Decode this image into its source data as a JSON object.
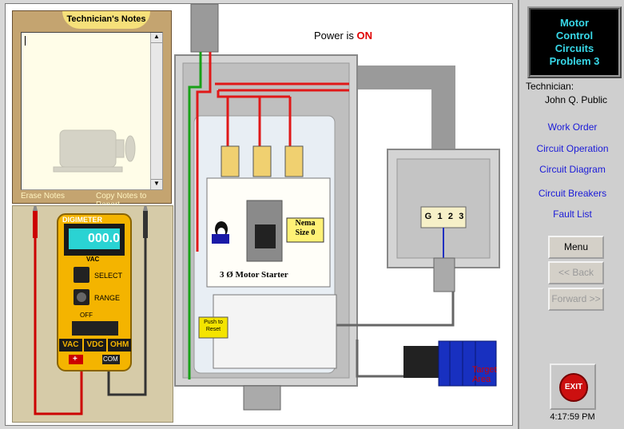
{
  "header": {
    "power_label": "Power is",
    "power_state": "ON"
  },
  "notes": {
    "title": "Technician's Notes",
    "erase_label": "Erase Notes",
    "copy_label": "Copy Notes to Report"
  },
  "meter": {
    "brand": "DIGIMETER",
    "reading": "000.0",
    "unit": "VAC",
    "select_label": "SELECT",
    "range_label": "RANGE",
    "off_label": "OFF",
    "mode_buttons": [
      "VAC",
      "VDC",
      "OHM"
    ],
    "com_label": "COM",
    "plus_label": "+"
  },
  "starter": {
    "nema_line1": "Nema",
    "nema_line2": "Size 0",
    "name": "3 Ø Motor Starter",
    "reset_line1": "Push to",
    "reset_line2": "Reset"
  },
  "junction": {
    "terminals": [
      "G",
      "1",
      "2",
      "3"
    ]
  },
  "target_area": "Target Area",
  "sidebar": {
    "title_lines": [
      "Motor",
      "Control",
      "Circuits",
      "Problem 3"
    ],
    "technician_label": "Technician:",
    "technician_name": "John Q. Public",
    "links": [
      "Work Order",
      "Circuit Operation",
      "Circuit Diagram",
      "Circuit Breakers",
      "Fault List"
    ],
    "menu_label": "Menu",
    "back_label": "<< Back",
    "forward_label": "Forward >>",
    "exit_label": "EXIT",
    "clock": "4:17:59 PM"
  },
  "colors": {
    "accent_title": "#38d8e8",
    "power_on": "#e00000",
    "meter_body": "#f4b400",
    "meter_display": "#2ad3d3",
    "wire_red": "#e01818",
    "wire_green": "#18a018",
    "conduit": "#9a9a9a",
    "motor_blue": "#1830c0"
  }
}
